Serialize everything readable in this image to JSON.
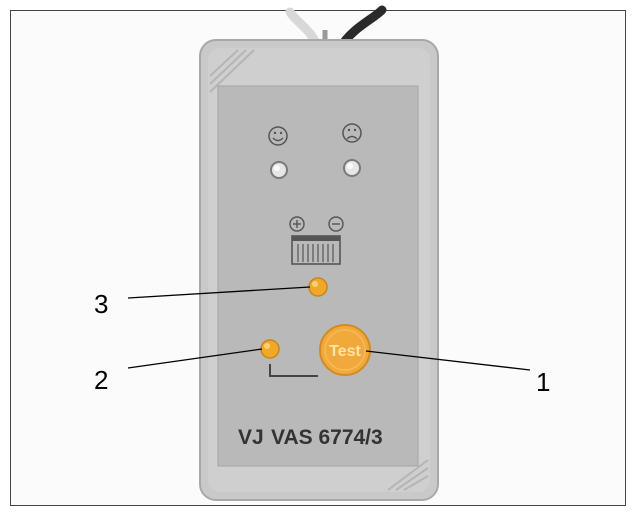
{
  "device": {
    "model_label": "VAS 6774/3",
    "logo_text": "VJ",
    "test_button_label": "Test"
  },
  "symbols": {
    "happy_face": "☺",
    "sad_face": "☹",
    "plus": "+",
    "minus": "−"
  },
  "callouts": [
    {
      "number": "1",
      "target": "test-button"
    },
    {
      "number": "2",
      "target": "led-2"
    },
    {
      "number": "3",
      "target": "led-3"
    }
  ],
  "colors": {
    "led_amber": "#f0a82a",
    "test_button": "#f2a93b",
    "housing": "#c9c9c9",
    "panel": "#b9b9b9"
  }
}
